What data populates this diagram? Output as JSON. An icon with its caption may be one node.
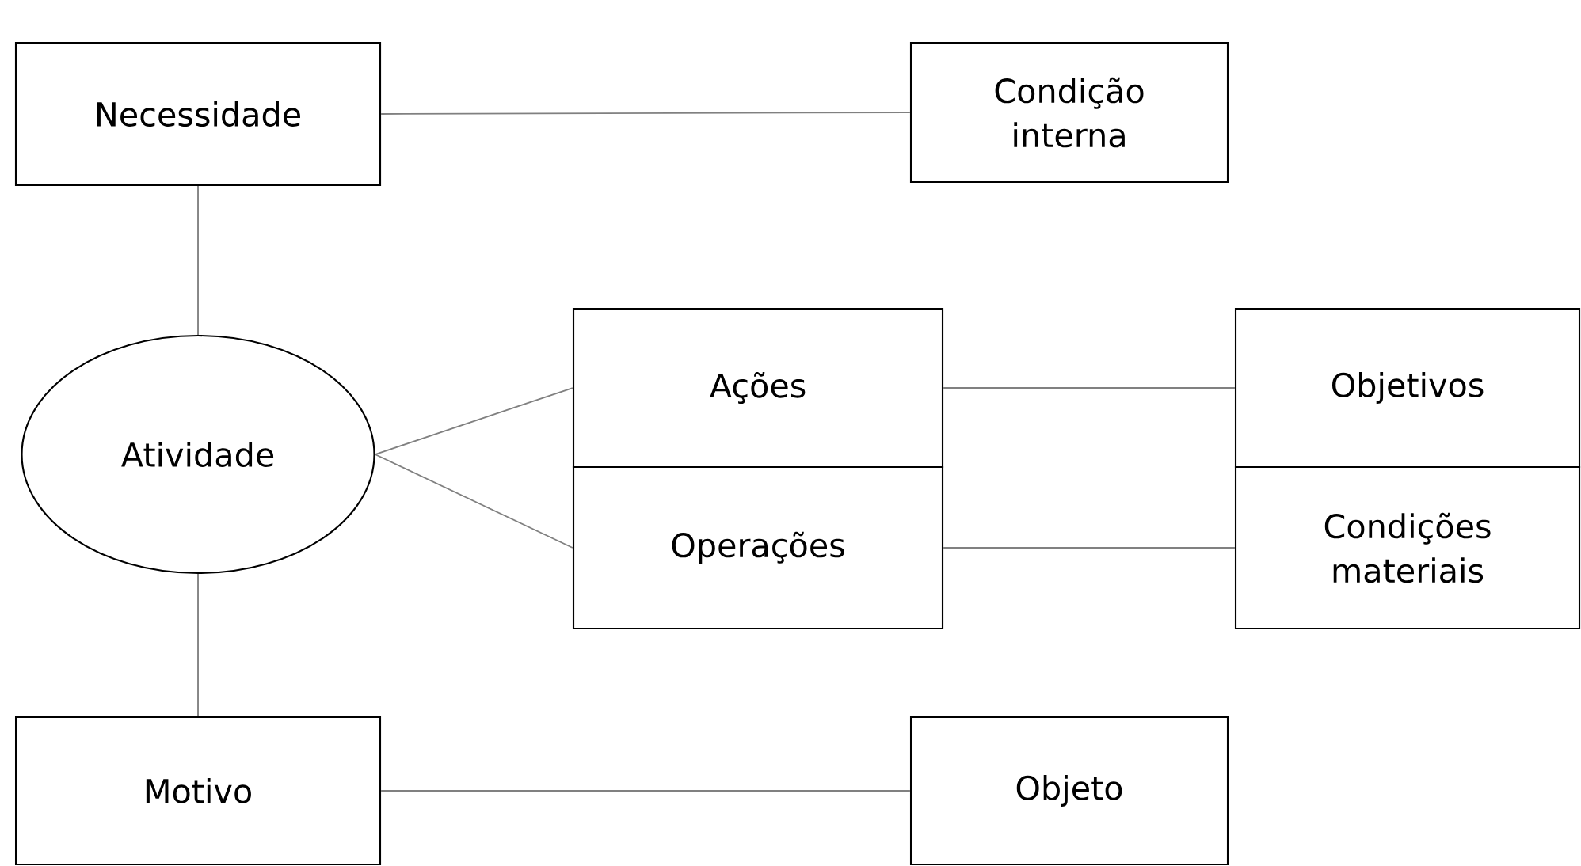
{
  "diagram": {
    "nodes": [
      {
        "text": [
          "Necessidade"
        ]
      },
      {
        "text": [
          "Condição interna"
        ]
      },
      {
        "text": [
          "Atividade"
        ]
      },
      {
        "text": [
          "Ações"
        ]
      },
      {
        "text": [
          "Operações"
        ]
      },
      {
        "text": [
          "Objetivos"
        ]
      },
      {
        "text": [
          "Condições materiais"
        ]
      },
      {
        "text": [
          "Motivo"
        ]
      },
      {
        "text": [
          "Objeto"
        ]
      }
    ],
    "edges": [
      {
        "from": 0,
        "to": 1,
        "arrow": "none"
      },
      {
        "from": 0,
        "to": 2,
        "arrow": "none"
      },
      {
        "from": 2,
        "to": 3,
        "arrow": "none"
      },
      {
        "from": 2,
        "to": 4,
        "arrow": "none"
      },
      {
        "from": 3,
        "to": 5,
        "arrow": "none"
      },
      {
        "from": 4,
        "to": 6,
        "arrow": "none"
      },
      {
        "from": 2,
        "to": 7,
        "arrow": "none"
      },
      {
        "from": 7,
        "to": 8,
        "arrow": "none"
      }
    ]
  }
}
